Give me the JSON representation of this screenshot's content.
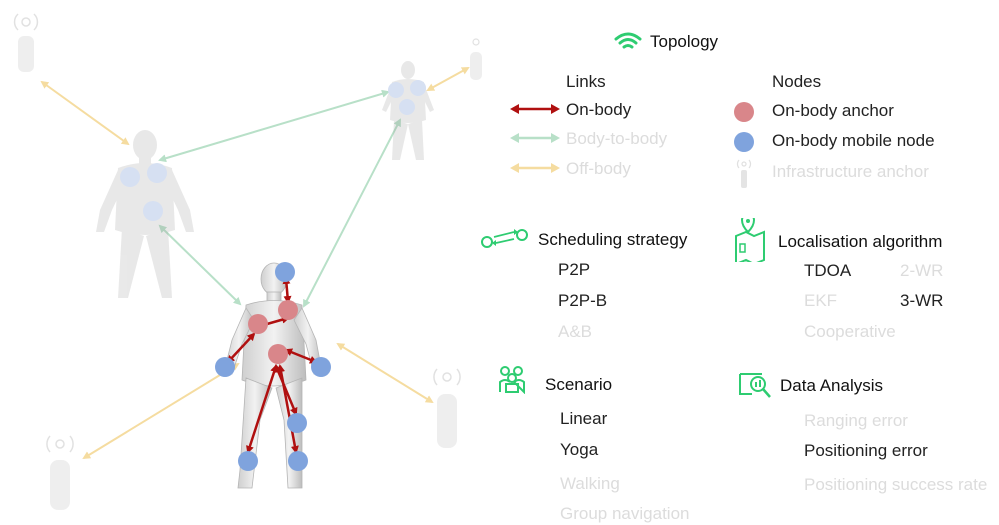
{
  "colors": {
    "on_body_link": "#b01010",
    "body_to_body_link": "#b8e0c8",
    "off_body_link": "#f5dca0",
    "anchor_node": "#d9868a",
    "mobile_node": "#7fa3dd",
    "faded_node": "#d6e0f2",
    "icon_green": "#2ecc71"
  },
  "topology": {
    "title": "Topology",
    "links_header": "Links",
    "nodes_header": "Nodes",
    "links": [
      {
        "label": "On-body",
        "active": true
      },
      {
        "label": "Body-to-body",
        "active": false
      },
      {
        "label": "Off-body",
        "active": false
      }
    ],
    "nodes": [
      {
        "label": "On-body anchor",
        "active": true
      },
      {
        "label": "On-body mobile node",
        "active": true
      },
      {
        "label": "Infrastructure anchor",
        "active": false
      }
    ]
  },
  "scheduling": {
    "title": "Scheduling strategy",
    "items": [
      {
        "label": "P2P",
        "active": true
      },
      {
        "label": "P2P-B",
        "active": true
      },
      {
        "label": "A&B",
        "active": false
      }
    ]
  },
  "localisation": {
    "title": "Localisation algorithm",
    "items": [
      {
        "label": "TDOA",
        "active": true
      },
      {
        "label": "2-WR",
        "active": false
      },
      {
        "label": "EKF",
        "active": false
      },
      {
        "label": "3-WR",
        "active": true
      },
      {
        "label": "Cooperative",
        "active": false
      }
    ]
  },
  "scenario": {
    "title": "Scenario",
    "items": [
      {
        "label": "Linear",
        "active": true
      },
      {
        "label": "Yoga",
        "active": true
      },
      {
        "label": "Walking",
        "active": false
      },
      {
        "label": "Group navigation",
        "active": false
      }
    ]
  },
  "analysis": {
    "title": "Data Analysis",
    "items": [
      {
        "label": "Ranging error",
        "active": false
      },
      {
        "label": "Positioning error",
        "active": true
      },
      {
        "label": "Positioning success rate",
        "active": false
      }
    ]
  }
}
